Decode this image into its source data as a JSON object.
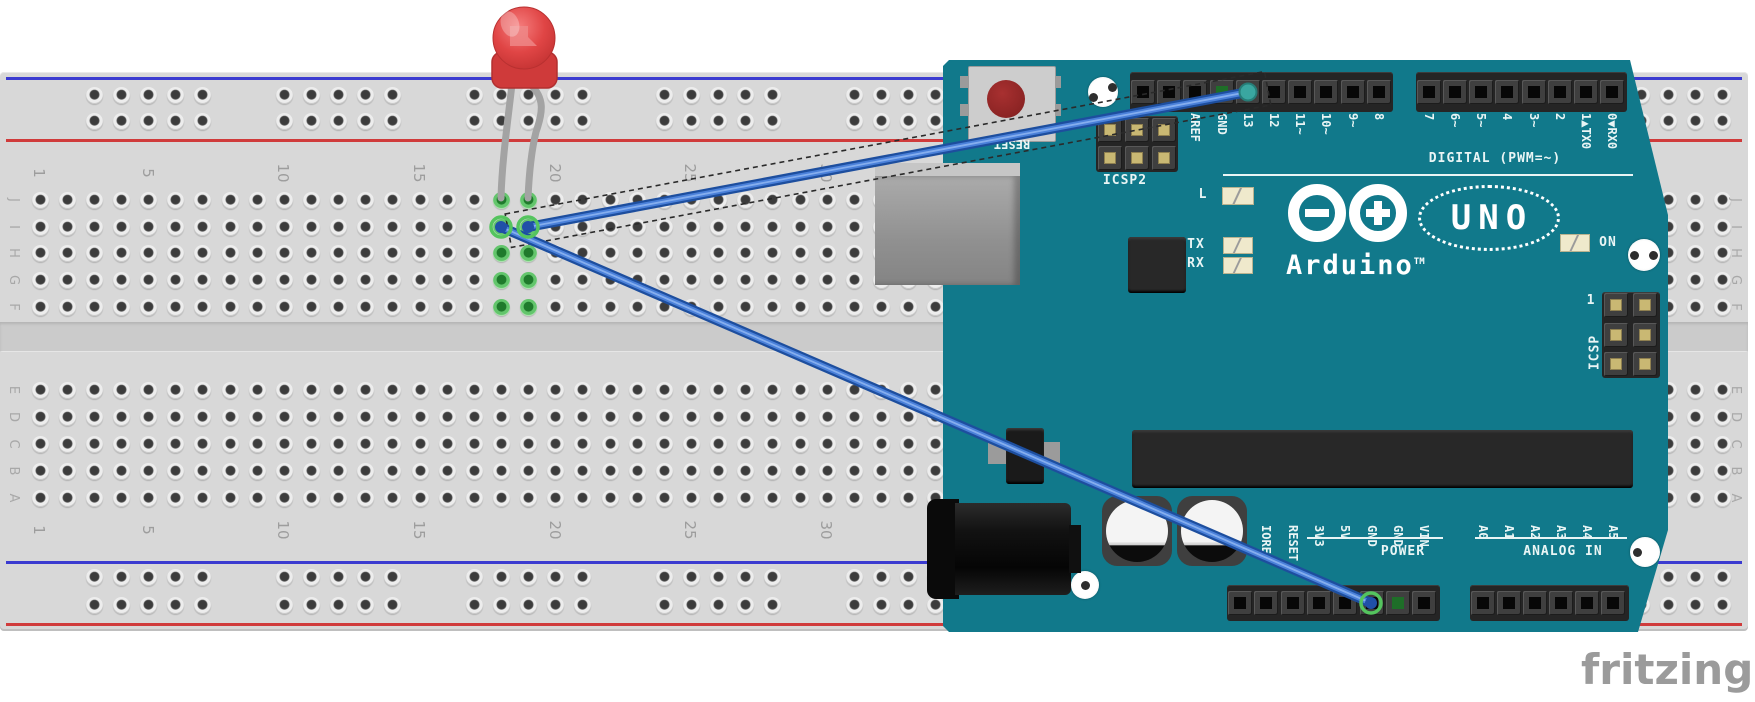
{
  "watermark": "fritzing",
  "colors": {
    "board_teal": "#11798b",
    "wire_blue": "#2458b0",
    "led_red": "#e04545",
    "net_highlight_green": "#39b54a",
    "rail_blue": "#3b3bd0",
    "rail_red": "#d03b3b"
  },
  "breadboard": {
    "column_numbers": [
      {
        "label": "1",
        "col": 1
      },
      {
        "label": "5",
        "col": 5
      },
      {
        "label": "10",
        "col": 10
      },
      {
        "label": "15",
        "col": 15
      },
      {
        "label": "20",
        "col": 20
      },
      {
        "label": "25",
        "col": 25
      },
      {
        "label": "30",
        "col": 30
      }
    ],
    "row_letters_top": [
      "J",
      "I",
      "H",
      "G",
      "F"
    ],
    "row_letters_bottom": [
      "E",
      "D",
      "C",
      "B",
      "A"
    ]
  },
  "arduino": {
    "reset_label": "RESET",
    "icsp2_label": "ICSP2",
    "icsp_label": "ICSP",
    "icsp_pin1_label": "1",
    "led_l_label": "L",
    "led_tx_label": "TX",
    "led_rx_label": "RX",
    "led_on_label": "ON",
    "brand": "Arduino",
    "brand_tm": "TM",
    "model": "UNO",
    "digital_caption": "DIGITAL (PWM=~)",
    "power_caption": "POWER",
    "analog_caption": "ANALOG IN",
    "digital_pins_left": [
      "",
      "",
      "AREF",
      "GND",
      "13",
      "12",
      "11~",
      "10~",
      "9~",
      "8"
    ],
    "digital_pins_right": [
      "7",
      "6~",
      "5~",
      "4",
      "3~",
      "2",
      "1▲TX0",
      "0▼RX0"
    ],
    "power_pins": [
      "",
      "IOREF",
      "RESET",
      "3V3",
      "5V",
      "GND",
      "GND",
      "VIN"
    ],
    "analog_pins": [
      "A0",
      "A1",
      "A2",
      "A3",
      "A4",
      "A5"
    ]
  }
}
